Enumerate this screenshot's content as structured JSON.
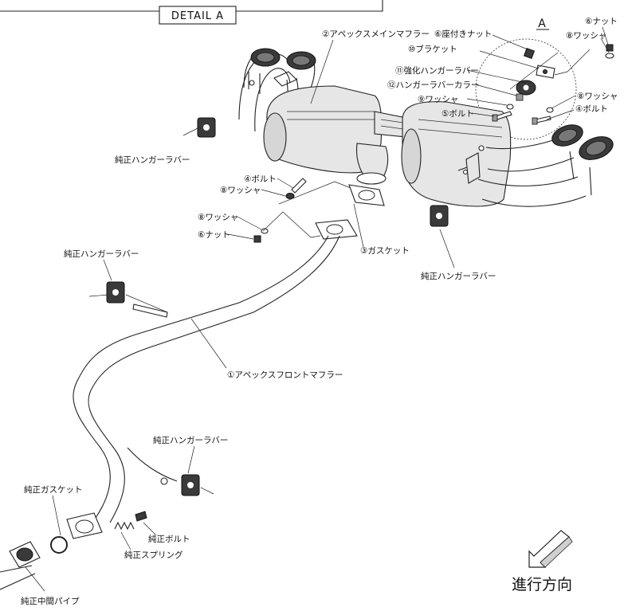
{
  "detail": {
    "title": "DETAIL A",
    "marker": "A"
  },
  "labels": {
    "main_muffler": "②アペックスメインマフラー",
    "seat_nut": "⑥座付きナット",
    "bracket": "⑩ブラケット",
    "reinforced_rubber": "⑪強化ハンガーラバー",
    "rubber_collar": "⑫ハンガーラバーカラー",
    "washer_a1": "⑨ワッシャ",
    "bolt_a1": "⑤ボルト",
    "washer_a2": "⑧ワッシャ",
    "bolt_a2": "④ボルト",
    "nut_top": "⑥ナット",
    "washer_top": "⑧ワッシャ",
    "oem_rubber_left_top": "純正ハンガーラバー",
    "bolt_mid": "④ボルト",
    "washer_mid": "⑧ワッシャ",
    "washer_low": "⑧ワッシャ",
    "nut_low": "⑥ナット",
    "gasket": "③ガスケット",
    "oem_rubber_right": "純正ハンガーラバー",
    "oem_rubber_left_mid": "純正ハンガーラバー",
    "front_muffler": "①アペックスフロントマフラー",
    "oem_rubber_bottom": "純正ハンガーラバー",
    "oem_gasket": "純正ガスケット",
    "oem_bolt": "純正ボルト",
    "oem_spring": "純正スプリング",
    "oem_mid_pipe": "純正中間パイプ"
  },
  "direction": {
    "text": "進行方向"
  }
}
